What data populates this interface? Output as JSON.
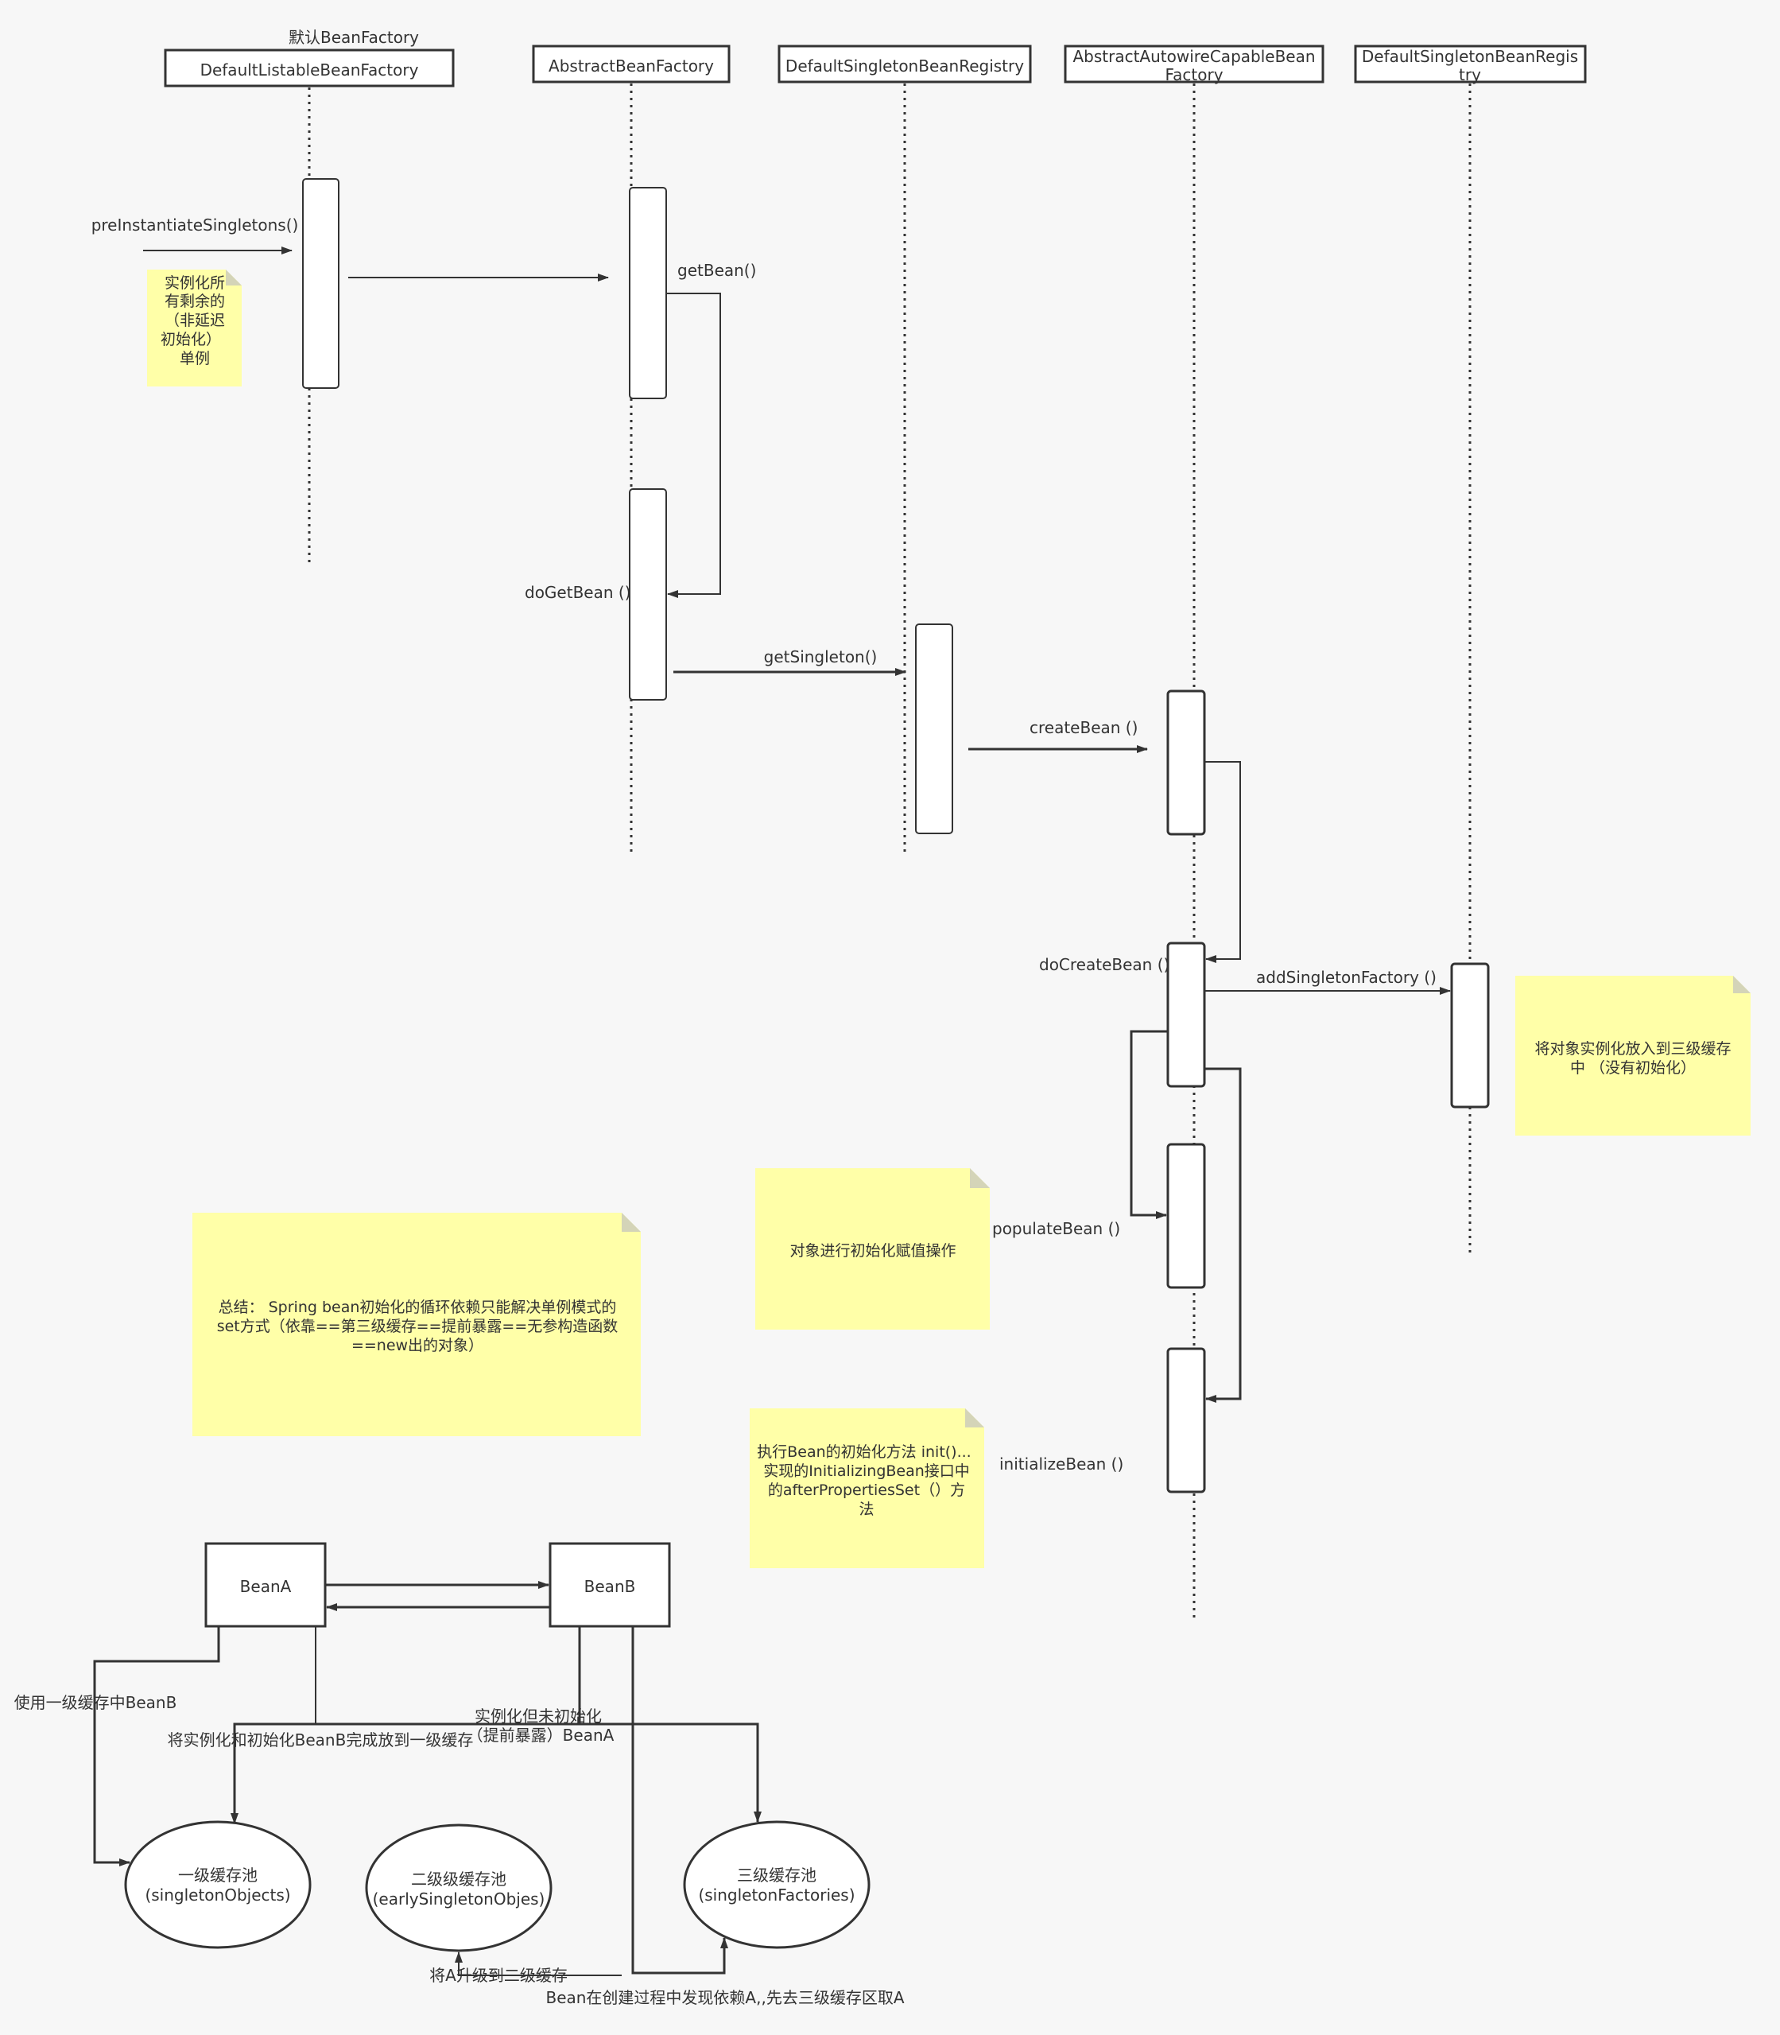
{
  "header_label": "默认BeanFactory",
  "lifelines": [
    {
      "id": "dlbf",
      "label": "DefaultListableBeanFactory"
    },
    {
      "id": "abf",
      "label": "AbstractBeanFactory"
    },
    {
      "id": "dsbr",
      "label": "DefaultSingletonBeanRegistry"
    },
    {
      "id": "aacbf",
      "label_lines": [
        "AbstractAutowireCapableBean",
        "Factory"
      ]
    },
    {
      "id": "dsbr2",
      "label_lines": [
        "DefaultSingletonBeanRegis",
        "try"
      ]
    }
  ],
  "messages": {
    "pre_instantiate": "preInstantiateSingletons()",
    "get_bean": "getBean()",
    "do_get_bean": "doGetBean  ()",
    "get_singleton": "getSingleton()",
    "create_bean": "createBean  ()",
    "do_create_bean": "doCreateBean  ()",
    "add_singleton_factory": "addSingletonFactory  ()",
    "populate_bean": "populateBean  ()",
    "initialize_bean": "initializeBean  ()"
  },
  "notes": {
    "instantiate_note": [
      "实例化所",
      "有剩余的",
      "（非延迟",
      "初始化）",
      "单例"
    ],
    "third_cache_note": [
      "将对象实例化放入到三级缓存",
      "中    （没有初始化）"
    ],
    "populate_note": [
      "对象进行初始化赋值操作"
    ],
    "summary_note": [
      "总结：  Spring bean初始化的循环依赖只能解决单例模式的",
      "set方式（依靠==第三级缓存==提前暴露==无参构造函数",
      "==new出的对象）"
    ],
    "init_note": [
      "执行Bean的初始化方法 init()...",
      "实现的InitializingBean接口中",
      "的afterPropertiesSet（）方",
      "法"
    ]
  },
  "beans": {
    "bean_a": "BeanA",
    "bean_b": "BeanB"
  },
  "caches": {
    "level1": [
      "一级缓存池",
      "(singletonObjects)"
    ],
    "level2": [
      "二级级缓存池",
      "(earlySingletonObjes)"
    ],
    "level3": [
      "三级缓存池",
      "(singletonFactories)"
    ]
  },
  "bottom_labels": {
    "use_level1": "使用一级缓存中BeanB",
    "put_level1": "将实例化和初始化BeanB完成放到一级缓存",
    "early_expose": [
      "实例化但未初始化",
      "（提前暴露）BeanA"
    ],
    "upgrade_level2": "将A升级到二级缓存",
    "found_dependency": "Bean在创建过程中发现依赖A,,先去三级缓存区取A"
  },
  "colors": {
    "note_fill": "#ffffa8",
    "line": "#333333",
    "background": "#f7f7f7"
  }
}
